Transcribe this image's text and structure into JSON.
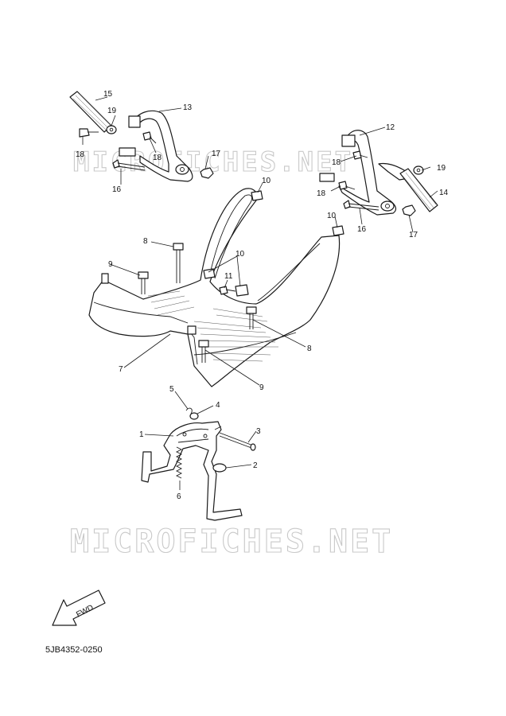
{
  "watermark": "MICROFICHES.NET",
  "fwd_label": "FWD",
  "diagram_code": "5JB4352-0250",
  "callouts": [
    "15",
    "19",
    "13",
    "18",
    "18",
    "17",
    "16",
    "12",
    "18",
    "19",
    "18",
    "14",
    "16",
    "17",
    "10",
    "10",
    "8",
    "9",
    "10",
    "11",
    "8",
    "7",
    "9",
    "5",
    "4",
    "1",
    "3",
    "2",
    "6"
  ]
}
